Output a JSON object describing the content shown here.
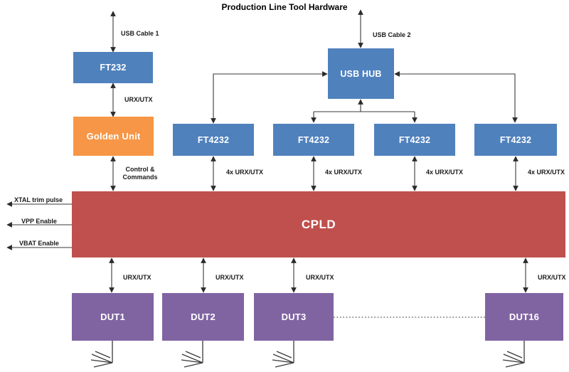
{
  "title": "Production Line Tool Hardware",
  "colors": {
    "box_blue": "#4F81BD",
    "box_orange": "#F79646",
    "box_red": "#C0504D",
    "box_purple": "#8064A2",
    "line": "#3a3a3a",
    "text": "#1a1a1a"
  },
  "nodes": {
    "ft232": {
      "label": "FT232"
    },
    "golden_unit": {
      "label": "Golden Unit"
    },
    "usb_hub": {
      "label": "USB HUB"
    },
    "ft4232_1": {
      "label": "FT4232"
    },
    "ft4232_2": {
      "label": "FT4232"
    },
    "ft4232_3": {
      "label": "FT4232"
    },
    "ft4232_4": {
      "label": "FT4232"
    },
    "cpld": {
      "label": "CPLD"
    },
    "dut1": {
      "label": "DUT1"
    },
    "dut2": {
      "label": "DUT2"
    },
    "dut3": {
      "label": "DUT3"
    },
    "dut16": {
      "label": "DUT16"
    }
  },
  "labels": {
    "usb_cable_1": "USB Cable 1",
    "usb_cable_2": "USB Cable 2",
    "urx_utx_top": "URX/UTX",
    "control_line1": "Control &",
    "control_line2": "Commands",
    "ft4232_cpld": [
      "4x URX/UTX",
      "4x URX/UTX",
      "4x URX/UTX",
      "4x URX/UTX"
    ],
    "cpld_dut": [
      "URX/UTX",
      "URX/UTX",
      "URX/UTX",
      "URX/UTX"
    ],
    "xtal": "XTAL trim pulse",
    "vpp": "VPP Enable",
    "vbat": "VBAT Enable"
  }
}
